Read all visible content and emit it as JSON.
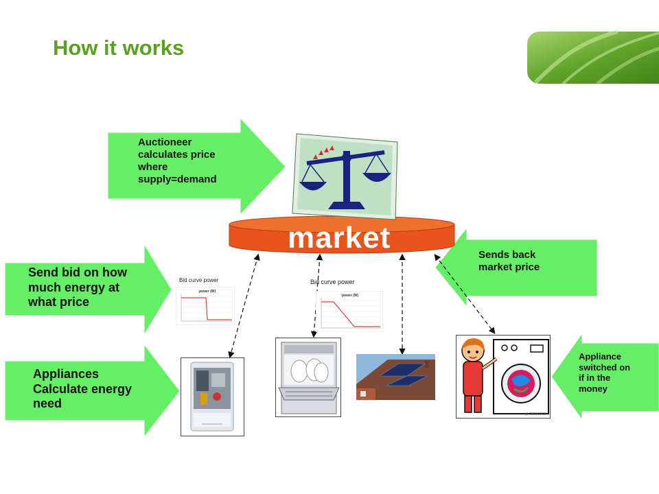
{
  "title": "How it works",
  "market_label": "market",
  "arrows": {
    "auctioneer": "Auctioneer calculates price where supply=demand",
    "send_bid": "Send bid on how much energy at what price",
    "appliances": "Appliances Calculate energy need",
    "sends_back": "Sends back market price",
    "switched_on": "Appliance switched on if in the money"
  },
  "bid_curves": [
    {
      "caption": "Bid curve power",
      "heading": "power (W)"
    },
    {
      "caption": "Bid curve power",
      "heading": "power (W)"
    }
  ],
  "copyright": "(c) 2008 3003",
  "colors": {
    "title_green": "#5aa121",
    "arrow_green": "#66ee66",
    "market_orange": "#e8541c",
    "scale_blue": "#1a237e",
    "scale_bg": "#bfe0c4"
  },
  "icons": {
    "scale": "balance-scale-icon",
    "boiler": "boiler-icon",
    "dishwasher": "dishwasher-icon",
    "solar": "solar-panel-icon",
    "washer": "washing-machine-icon"
  }
}
